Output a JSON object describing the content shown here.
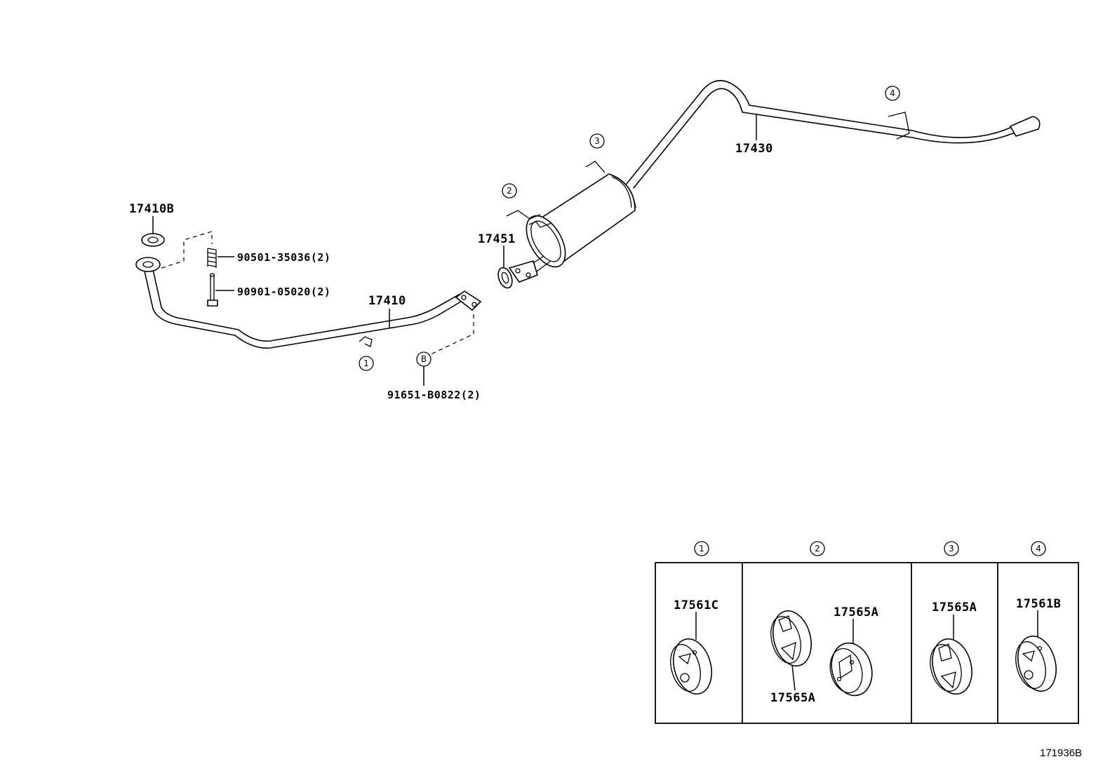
{
  "diagram": {
    "figure_id": "171936B",
    "labels": {
      "p17410B": "17410B",
      "p90501": "90501-35036(2)",
      "p90901": "90901-05020(2)",
      "p17410": "17410",
      "p91651": "91651-B0822(2)",
      "p17451": "17451",
      "p17430": "17430",
      "p17561C": "17561C",
      "p17565A_a": "17565A",
      "p17565A_b": "17565A",
      "p17565A_c": "17565A",
      "p17561B": "17561B"
    },
    "callouts": {
      "c1": "1",
      "c2": "2",
      "c3": "3",
      "c4": "4",
      "cB": "B",
      "t1": "1",
      "t2": "2",
      "t3": "3",
      "t4": "4"
    }
  }
}
